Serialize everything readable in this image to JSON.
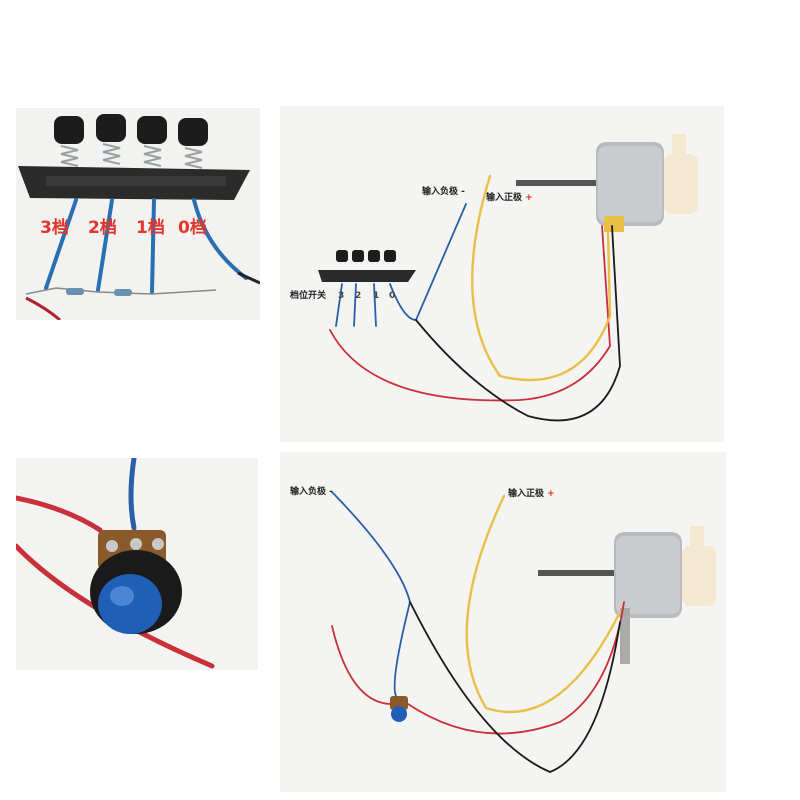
{
  "panel_a": {
    "gear_labels": [
      "3档",
      "2档",
      "1档",
      "0档"
    ]
  },
  "panel_b": {
    "neg_label": "输入负极",
    "pos_label": "输入正极",
    "switch_label": "档位开关",
    "switch_numbers": [
      "3",
      "2",
      "1",
      "0"
    ]
  },
  "panel_d": {
    "neg_label": "输入负极",
    "pos_label": "输入正极"
  },
  "colors": {
    "wire_red": "#c8303a",
    "wire_blue": "#2a5fa8",
    "wire_yellow": "#e8c048",
    "wire_black": "#1a1a1a",
    "motor_silver": "#b8bcc0",
    "knob_blue": "#1f5fb8",
    "switch_body": "#2b2b2b"
  }
}
